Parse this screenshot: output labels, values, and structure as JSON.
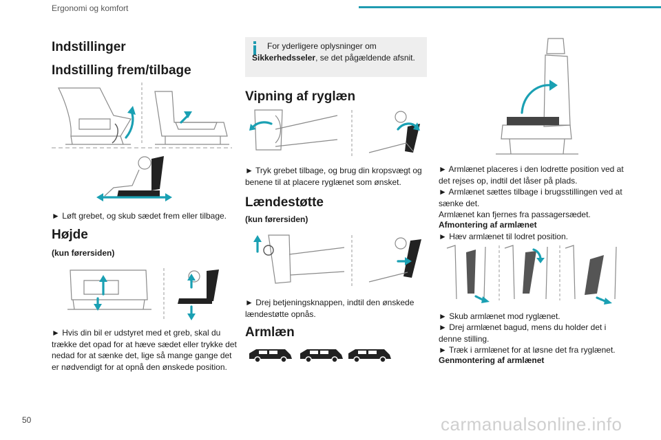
{
  "header": {
    "section": "Ergonomi og komfort",
    "page_number": "50"
  },
  "col1": {
    "title": "Indstillinger",
    "front_back": {
      "heading": "Indstilling frem/tilbage",
      "bullet": "► Løft grebet, og skub sædet frem eller tilbage."
    },
    "height": {
      "heading": "Højde",
      "sub": "(kun førersiden)",
      "text": "► Hvis din bil er udstyret med et greb, skal du trække det opad for at hæve sædet eller trykke det nedad for at sænke det, lige så mange gange det er nødvendigt for at opnå den ønskede position."
    }
  },
  "col2": {
    "info_prefix": "For yderligere oplysninger om ",
    "info_bold": "Sikkerhedsseler",
    "info_suffix": ", se det pågældende afsnit.",
    "recline": {
      "heading": "Vipning af ryglæn",
      "text": "► Tryk grebet tilbage, og brug din kropsvægt og benene til at placere ryglænet som ønsket."
    },
    "lumbar": {
      "heading": "Lændestøtte",
      "sub": "(kun førersiden)",
      "text": "► Drej betjeningsknappen, indtil den ønskede lændestøtte opnås."
    },
    "armrest": {
      "heading": "Armlæn"
    }
  },
  "col3": {
    "p1": "► Armlænet placeres i den lodrette position ved at det rejses op, indtil det låser på plads.",
    "p2": "► Armlænet sættes tilbage i brugsstillingen ved at sænke det.",
    "p3": "Armlænet kan fjernes fra passagersædet.",
    "removal_heading": "Afmontering af armlænet",
    "p4": "► Hæv armlænet til lodret position.",
    "p5": "► Skub armlænet mod ryglænet.",
    "p6": "► Drej armlænet bagud, mens du holder det i denne stilling.",
    "p7": "► Træk i armlænet for at løsne det fra ryglænet.",
    "refit_heading": "Genmontering af armlænet"
  },
  "watermark": "carmanualsonline.info",
  "colors": {
    "accent": "#1f9bb0",
    "arrow": "#1aa0b3",
    "info_bg": "#eeeeee"
  }
}
